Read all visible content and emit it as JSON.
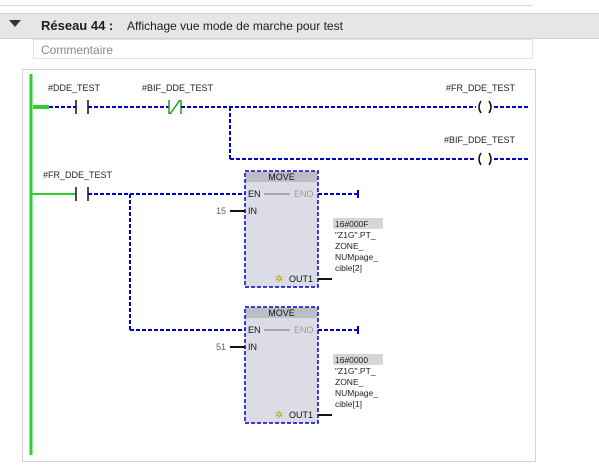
{
  "network": {
    "title": "Réseau 44 :",
    "description": "Affichage vue mode de marche pour test",
    "comment_placeholder": "Commentaire"
  },
  "contacts": {
    "c1": "#DDE_TEST",
    "c2": "#BIF_DDE_TEST",
    "c3": "#FR_DDE_TEST"
  },
  "coils": {
    "coil1": "#FR_DDE_TEST",
    "coil2": "#BIF_DDE_TEST"
  },
  "move_blocks": [
    {
      "title": "MOVE",
      "en": "EN",
      "eno": "ENO",
      "in_label": "IN",
      "in_value": "15",
      "out_label": "OUT1",
      "out_value": "16#000F",
      "out_operand": [
        "\"Z1G\".PT_",
        "ZONE_",
        "NUMpage_",
        "cible[2]"
      ]
    },
    {
      "title": "MOVE",
      "en": "EN",
      "eno": "ENO",
      "in_label": "IN",
      "in_value": "51",
      "out_label": "OUT1",
      "out_value": "16#0000",
      "out_operand": [
        "\"Z1G\".PT_",
        "ZONE_",
        "NUMpage_",
        "cible[1]"
      ]
    }
  ],
  "colors": {
    "power_rail": "#33cc33",
    "wire": "#0000cc",
    "block_fill": "#dcdce6",
    "block_header": "#bdbdc8",
    "value_highlight": "#d6d6d6"
  }
}
